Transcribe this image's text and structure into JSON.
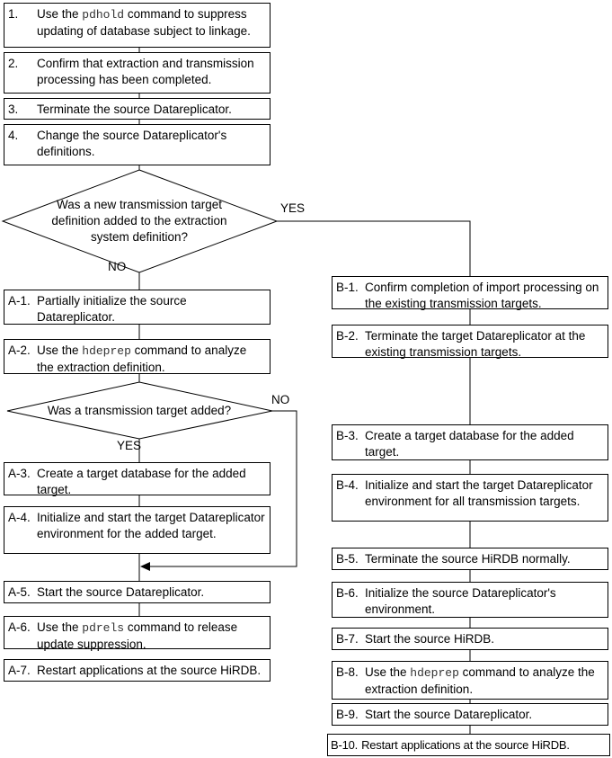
{
  "steps": {
    "s1": {
      "num": "1.",
      "pre": "Use the ",
      "code": "pdhold",
      "post": " command to suppress updating of database subject to linkage."
    },
    "s2": {
      "num": "2.",
      "pre": "Confirm that extraction and transmission processing has been completed.",
      "code": "",
      "post": ""
    },
    "s3": {
      "num": "3.",
      "pre": "Terminate the source Datareplicator.",
      "code": "",
      "post": ""
    },
    "s4": {
      "num": "4.",
      "pre": "Change the source Datareplicator's definitions.",
      "code": "",
      "post": ""
    },
    "a1": {
      "num": "A-1.",
      "pre": "Partially initialize the source Datareplicator.",
      "code": "",
      "post": ""
    },
    "a2": {
      "num": "A-2.",
      "pre": "Use the ",
      "code": "hdeprep",
      "post": " command to analyze the extraction definition."
    },
    "a3": {
      "num": "A-3.",
      "pre": "Create a target database for the added target.",
      "code": "",
      "post": ""
    },
    "a4": {
      "num": "A-4.",
      "pre": "Initialize and start the target Datareplicator environment for the added target.",
      "code": "",
      "post": ""
    },
    "a5": {
      "num": "A-5.",
      "pre": "Start the source Datareplicator.",
      "code": "",
      "post": ""
    },
    "a6": {
      "num": "A-6.",
      "pre": "Use the ",
      "code": "pdrels",
      "post": " command to release update suppression."
    },
    "a7": {
      "num": "A-7.",
      "pre": "Restart applications at the source HiRDB.",
      "code": "",
      "post": ""
    },
    "b1": {
      "num": "B-1.",
      "pre": "Confirm completion of import processing on the existing transmission targets.",
      "code": "",
      "post": ""
    },
    "b2": {
      "num": "B-2.",
      "pre": "Terminate the target Datareplicator at the existing transmission targets.",
      "code": "",
      "post": ""
    },
    "b3": {
      "num": "B-3.",
      "pre": "Create a target database for the added target.",
      "code": "",
      "post": ""
    },
    "b4": {
      "num": "B-4.",
      "pre": "Initialize and start the target Datareplicator environment for all transmission targets.",
      "code": "",
      "post": ""
    },
    "b5": {
      "num": "B-5.",
      "pre": "Terminate the source HiRDB normally.",
      "code": "",
      "post": ""
    },
    "b6": {
      "num": "B-6.",
      "pre": "Initialize the source Datareplicator's environment.",
      "code": "",
      "post": ""
    },
    "b7": {
      "num": "B-7.",
      "pre": "Start the source HiRDB.",
      "code": "",
      "post": ""
    },
    "b8": {
      "num": "B-8.",
      "pre": "Use the ",
      "code": "hdeprep",
      "post": " command to analyze the extraction definition."
    },
    "b9": {
      "num": "B-9.",
      "pre": "Start the source Datareplicator.",
      "code": "",
      "post": ""
    },
    "b10": {
      "num": "B-10.",
      "pre": "Restart applications at the source HiRDB.",
      "code": "",
      "post": ""
    }
  },
  "decisions": {
    "d1": {
      "text": "Was a new transmission target definition added to the extraction system definition?",
      "yes": "YES",
      "no": "NO"
    },
    "d2": {
      "text": "Was a transmission target added?",
      "yes": "YES",
      "no": "NO"
    }
  }
}
